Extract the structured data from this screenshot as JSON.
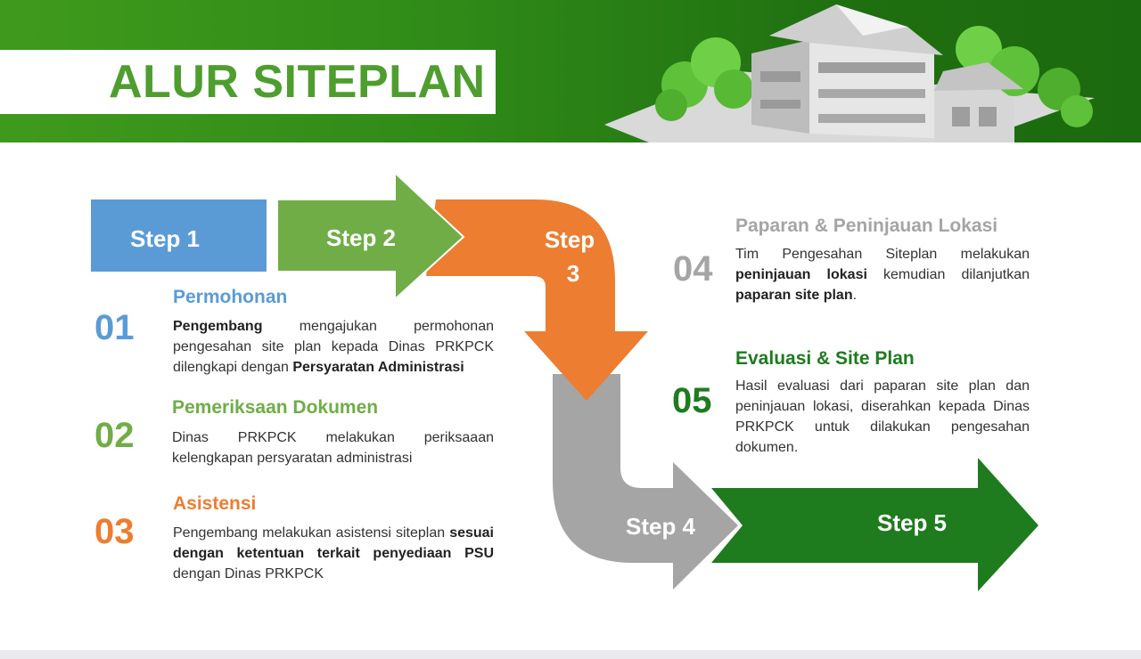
{
  "header": {
    "title": "ALUR SITEPLAN",
    "background_color": "#2f8a18",
    "title_color": "#4e9e2e",
    "illustration": "house-illustration"
  },
  "flow": {
    "steps": [
      {
        "label": "Step 1",
        "color": "#5b9bd5"
      },
      {
        "label": "Step 2",
        "color": "#70ad47"
      },
      {
        "label_line1": "Step",
        "label_line2": "3",
        "color": "#ed7d31"
      },
      {
        "label": "Step 4",
        "color": "#a5a5a5"
      },
      {
        "label": "Step 5",
        "color": "#1e7b1e"
      }
    ]
  },
  "items": [
    {
      "number": "01",
      "heading": "Permohonan",
      "color": "#5b9bd5",
      "parts": [
        {
          "text": "Pengembang",
          "bold": true
        },
        {
          "text": " mengajukan permohonan pengesahan site plan kepada Dinas PRKPCK dilengkapi dengan ",
          "bold": false
        },
        {
          "text": "Persyaratan Administrasi",
          "bold": true
        }
      ]
    },
    {
      "number": "02",
      "heading": "Pemeriksaan Dokumen",
      "color": "#70ad47",
      "parts": [
        {
          "text": "Dinas PRKPCK melakukan periksaaan kelengkapan persyaratan administrasi",
          "bold": false
        }
      ]
    },
    {
      "number": "03",
      "heading": "Asistensi",
      "color": "#ed7d31",
      "parts": [
        {
          "text": "Pengembang melakukan asistensi siteplan ",
          "bold": false
        },
        {
          "text": "sesuai dengan ketentuan terkait penyediaan PSU",
          "bold": true
        },
        {
          "text": " dengan Dinas PRKPCK",
          "bold": false
        }
      ]
    },
    {
      "number": "04",
      "heading": "Paparan & Peninjauan Lokasi",
      "color": "#a5a5a5",
      "parts": [
        {
          "text": "Tim Pengesahan Siteplan melakukan ",
          "bold": false
        },
        {
          "text": "peninjauan lokasi",
          "bold": true
        },
        {
          "text": " kemudian dilanjutkan ",
          "bold": false
        },
        {
          "text": "paparan site plan",
          "bold": true
        },
        {
          "text": ".",
          "bold": false
        }
      ]
    },
    {
      "number": "05",
      "heading": "Evaluasi & Site Plan",
      "color": "#1e7b1e",
      "parts": [
        {
          "text": "Hasil evaluasi dari paparan site plan dan peninjauan lokasi, diserahkan kepada Dinas PRKPCK untuk dilakukan pengesahan dokumen.",
          "bold": false
        }
      ]
    }
  ]
}
